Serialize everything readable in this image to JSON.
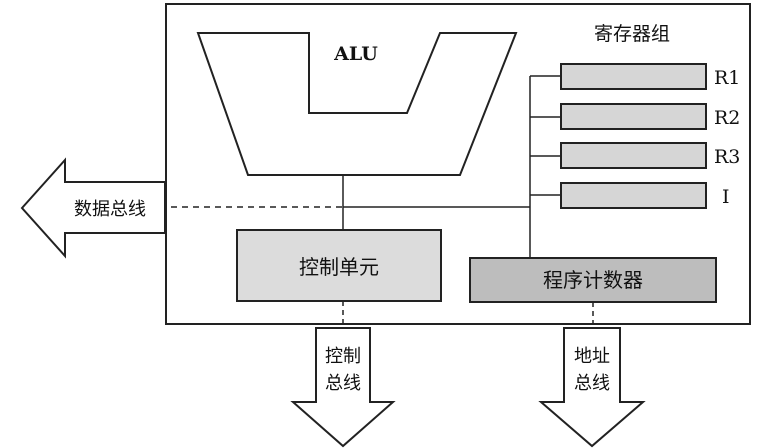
{
  "alu": {
    "label": "ALU"
  },
  "registers": {
    "title": "寄存器组",
    "items": [
      {
        "label": "R1"
      },
      {
        "label": "R2"
      },
      {
        "label": "R3"
      },
      {
        "label": "I"
      }
    ]
  },
  "control_unit": {
    "label": "控制单元"
  },
  "program_counter": {
    "label": "程序计数器"
  },
  "buses": {
    "data": {
      "label": "数据总线"
    },
    "control": {
      "line1": "控制",
      "line2": "总线"
    },
    "address": {
      "line1": "地址",
      "line2": "总线"
    }
  },
  "colors": {
    "stroke": "#222222",
    "register_fill": "#d6d6d6",
    "control_fill": "#dcdcdc",
    "pc_fill": "#bdbdbd",
    "background": "#ffffff"
  }
}
